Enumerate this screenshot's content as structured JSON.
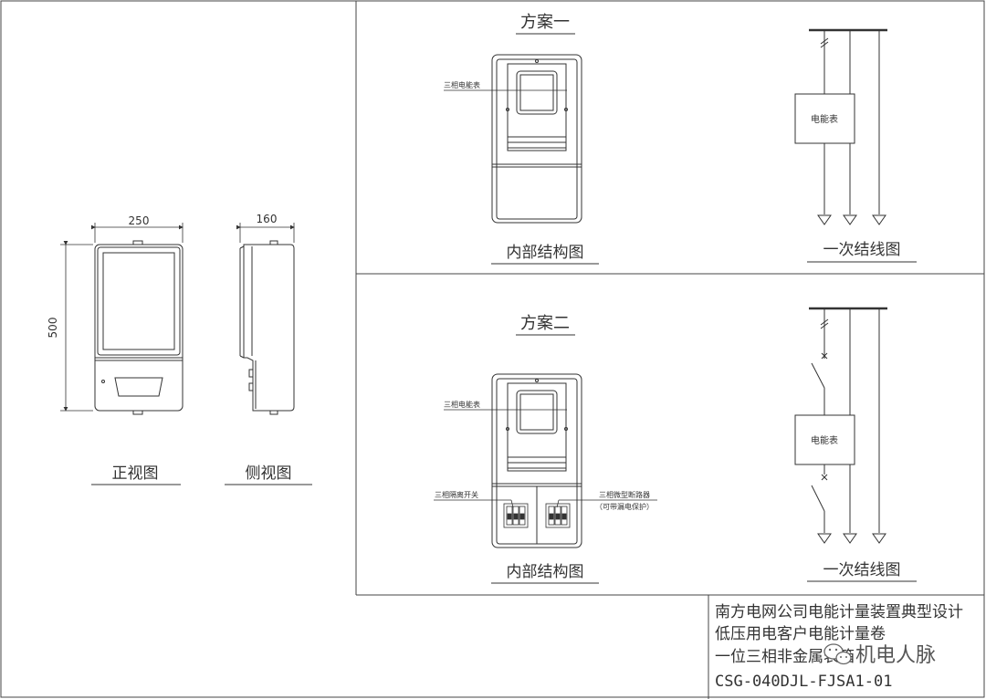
{
  "left": {
    "front_view_title": "正视图",
    "side_view_title": "侧视图",
    "dim_width": "250",
    "dim_height": "500",
    "dim_depth": "160"
  },
  "scheme1": {
    "title": "方案一",
    "meter_callout": "三相电能表",
    "internal_title": "内部结构图",
    "wiring_title": "一次结线图",
    "meter_box_label": "电能表"
  },
  "scheme2": {
    "title": "方案二",
    "meter_callout": "三相电能表",
    "switch_left_callout": "三相隔离开关",
    "switch_right_callout_1": "三相微型断路器",
    "switch_right_callout_2": "（可带漏电保护）",
    "internal_title": "内部结构图",
    "wiring_title": "一次结线图",
    "meter_box_label": "电能表"
  },
  "title_block": {
    "line1": "南方电网公司电能计量装置典型设计",
    "line2": "低压用电客户电能计量卷",
    "line3": "一位三相非金属表箱",
    "line4": "CSG-040DJL-FJSA1-01"
  },
  "watermark": {
    "text": "机电人脉",
    "icon": "wechat-icon"
  }
}
